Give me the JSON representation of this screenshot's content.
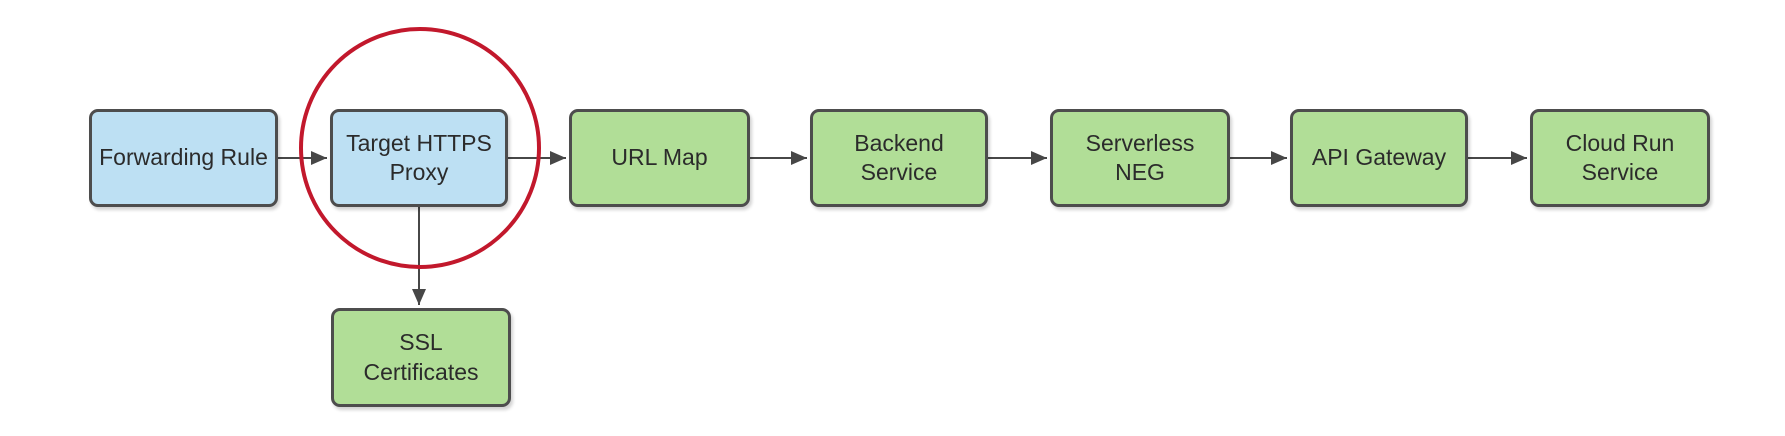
{
  "diagram": {
    "type": "flowchart",
    "background": "#FFFFFF",
    "colors": {
      "blue_node_fill": "#BDE0F3",
      "green_node_fill": "#B1DE97",
      "node_border": "#4D4D4D",
      "arrow": "#474747",
      "highlight_circle": "#C2182C",
      "text": "#2B2B2B"
    },
    "nodes": [
      {
        "id": "forwarding-rule",
        "label": "Forwarding Rule",
        "fill": "blue"
      },
      {
        "id": "target-https-proxy",
        "label": "Target HTTPS\nProxy",
        "fill": "blue",
        "highlighted": true
      },
      {
        "id": "url-map",
        "label": "URL Map",
        "fill": "green"
      },
      {
        "id": "backend-service",
        "label": "Backend Service",
        "fill": "green"
      },
      {
        "id": "serverless-neg",
        "label": "Serverless NEG",
        "fill": "green"
      },
      {
        "id": "api-gateway",
        "label": "API Gateway",
        "fill": "green"
      },
      {
        "id": "cloud-run-service",
        "label": "Cloud Run\nService",
        "fill": "green"
      },
      {
        "id": "ssl-certificates",
        "label": "SSL Certificates",
        "fill": "green"
      }
    ],
    "edges": [
      {
        "from": "forwarding-rule",
        "to": "target-https-proxy",
        "direction": "right"
      },
      {
        "from": "target-https-proxy",
        "to": "url-map",
        "direction": "right"
      },
      {
        "from": "url-map",
        "to": "backend-service",
        "direction": "right"
      },
      {
        "from": "backend-service",
        "to": "serverless-neg",
        "direction": "right"
      },
      {
        "from": "serverless-neg",
        "to": "api-gateway",
        "direction": "right"
      },
      {
        "from": "api-gateway",
        "to": "cloud-run-service",
        "direction": "right"
      },
      {
        "from": "target-https-proxy",
        "to": "ssl-certificates",
        "direction": "down"
      }
    ],
    "annotations": [
      {
        "type": "circle",
        "target": "target-https-proxy",
        "color": "#C2182C"
      }
    ]
  }
}
